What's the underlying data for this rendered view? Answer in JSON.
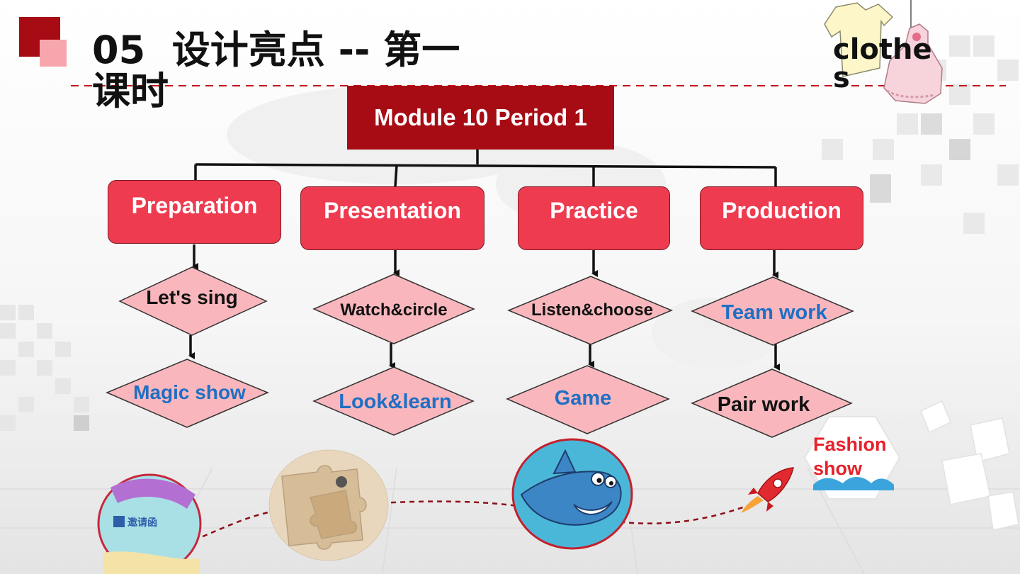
{
  "slide": {
    "number": "05",
    "title": "设计亮点 -- 第一课时",
    "corner_word": "clothes"
  },
  "diagram": {
    "root": "Module 10 Period 1",
    "stages": [
      {
        "label": "Preparation",
        "step1": "Let's sing",
        "step2": "Magic show"
      },
      {
        "label": "Presentation",
        "step1": "Watch&circle",
        "step2": "Look&learn"
      },
      {
        "label": "Practice",
        "step1": "Listen&choose",
        "step2": "Game"
      },
      {
        "label": "Production",
        "step1": "Team work",
        "step2": "Pair work"
      }
    ],
    "badge_text": [
      "Fashion",
      "show"
    ]
  },
  "colors": {
    "accent_dark_red": "#a70b14",
    "stage_box": "#ee3b50",
    "diamond_fill": "#f9b7bd",
    "blue_text": "#1f6fc4",
    "black_text": "#111111",
    "badge_red": "#e8202a"
  },
  "icons": [
    "invitation-card-image",
    "puzzle-pieces-image",
    "shark-cartoon-image",
    "rocket-icon",
    "clothes-sticker-image"
  ]
}
